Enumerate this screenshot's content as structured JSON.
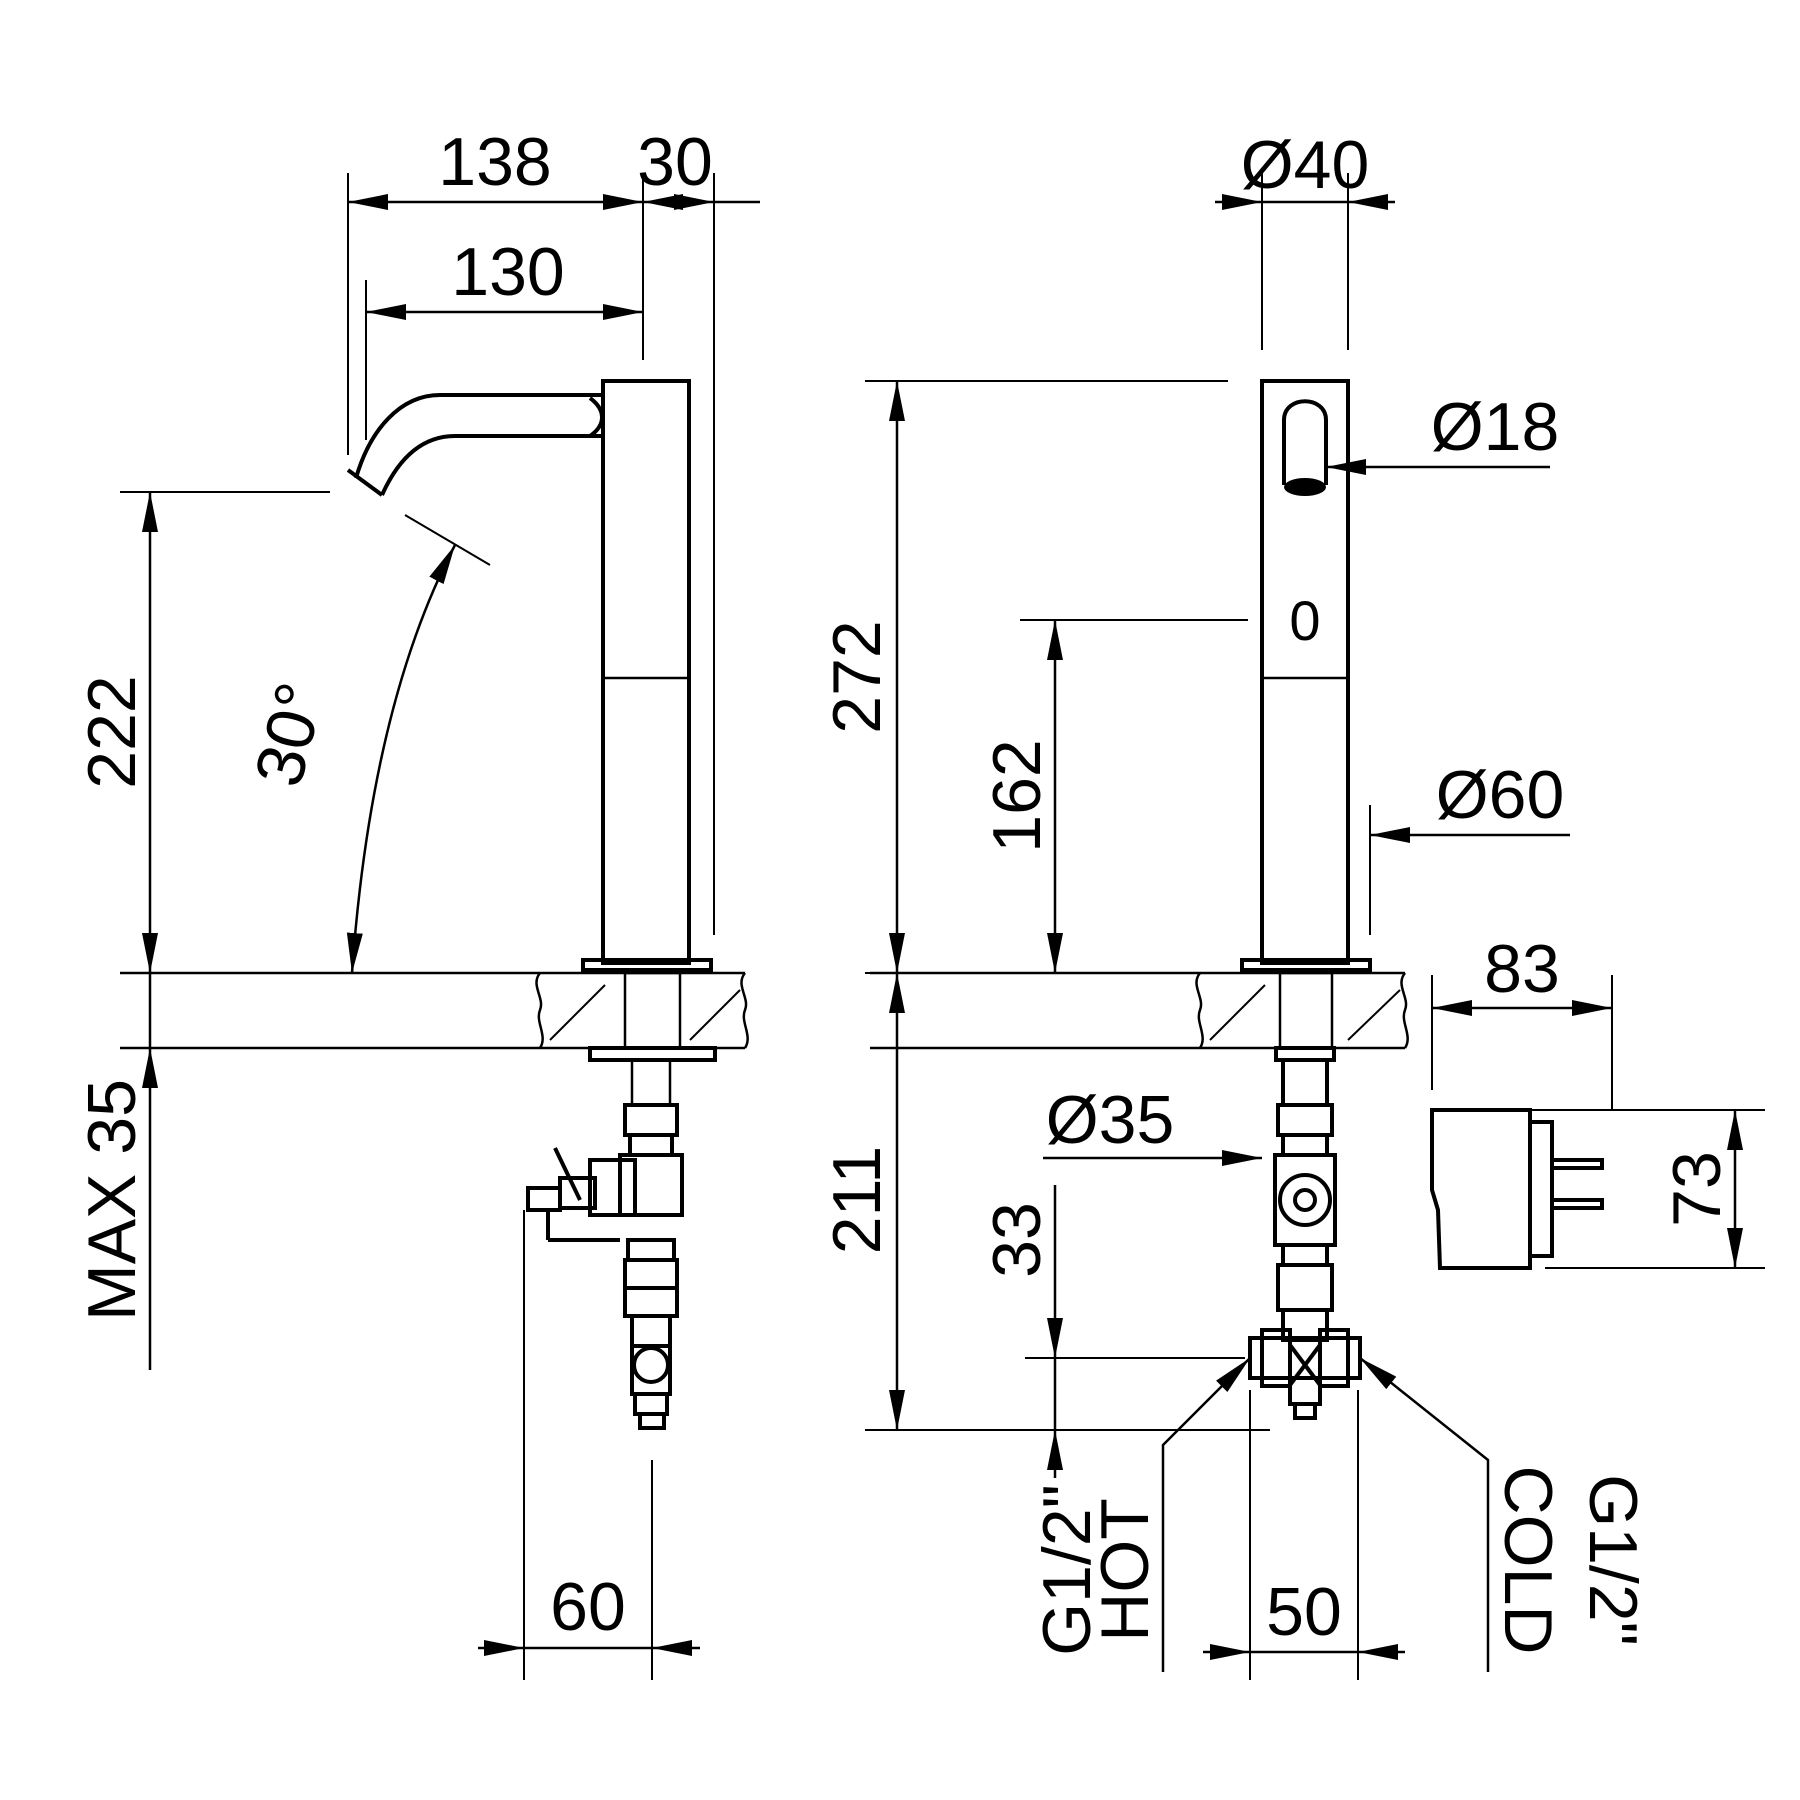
{
  "side_view": {
    "dim_138": "138",
    "dim_30": "30",
    "dim_130": "130",
    "dim_222": "222",
    "angle_30": "30°",
    "max_35": "MAX 35",
    "dim_60": "60"
  },
  "front_view": {
    "dim_d40": "Ø40",
    "dim_d18": "Ø18",
    "dim_272": "272",
    "dim_162": "162",
    "dim_d60": "Ø60",
    "dim_83": "83",
    "dim_73": "73",
    "dim_211": "211",
    "dim_d35": "Ø35",
    "dim_33": "33",
    "dim_50": "50",
    "sensor_label": "0",
    "hot_label": "HOT",
    "cold_label": "COLD",
    "thread_hot": "G1/2\"",
    "thread_cold": "G1/2\""
  },
  "colors": {
    "ink": "#000000",
    "background": "#ffffff"
  }
}
